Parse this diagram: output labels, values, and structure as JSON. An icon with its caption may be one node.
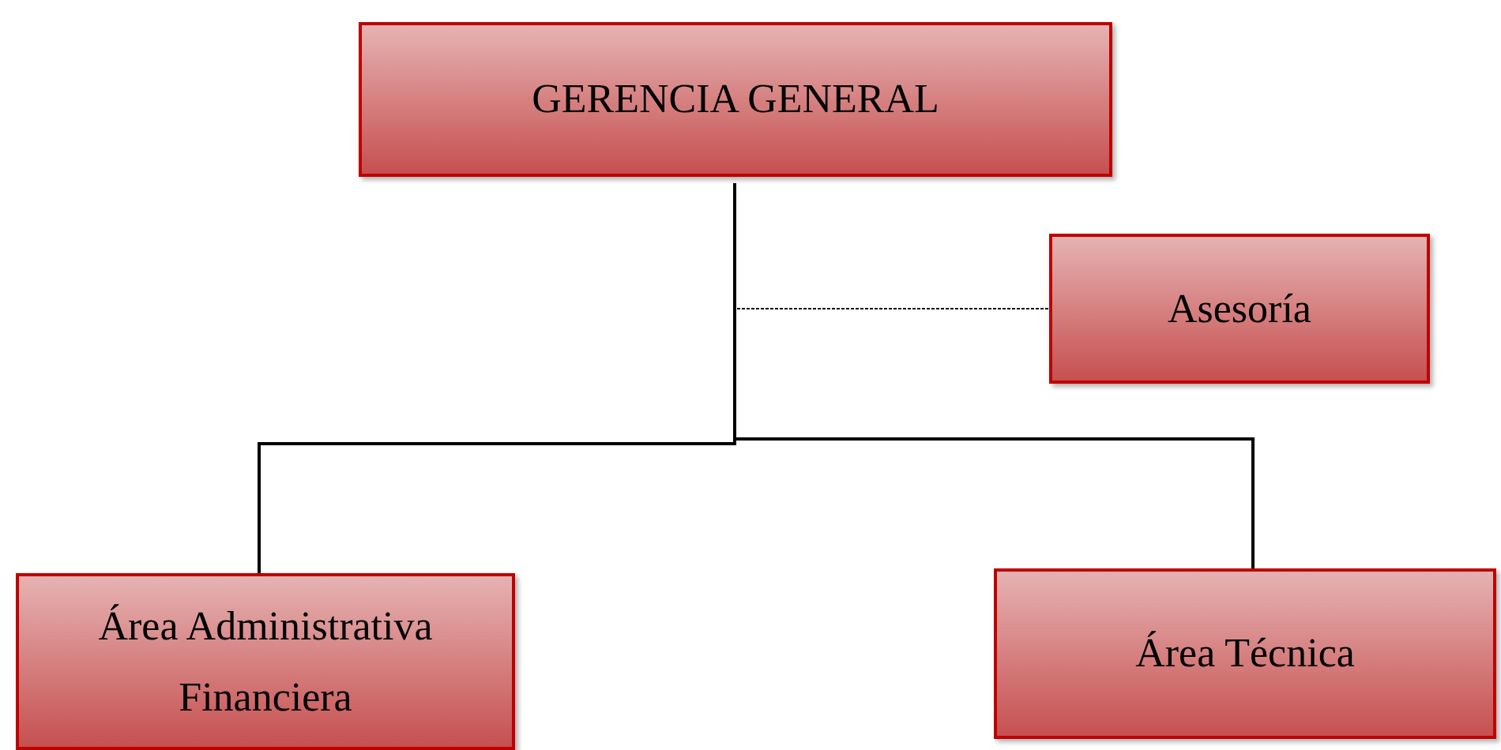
{
  "diagram": {
    "nodes": [
      {
        "text": [
          "GERENCIA GENERAL"
        ]
      },
      {
        "text": [
          "Asesoría"
        ]
      },
      {
        "text": [
          "Área Administrativa Financiera"
        ]
      },
      {
        "text": [
          "Área Técnica"
        ]
      }
    ],
    "edges": [
      {
        "from": 0,
        "to": 1,
        "arrow": "none",
        "style": "dashed"
      },
      {
        "from": 0,
        "to": 2,
        "arrow": "none"
      },
      {
        "from": 0,
        "to": 3,
        "arrow": "none"
      }
    ]
  }
}
